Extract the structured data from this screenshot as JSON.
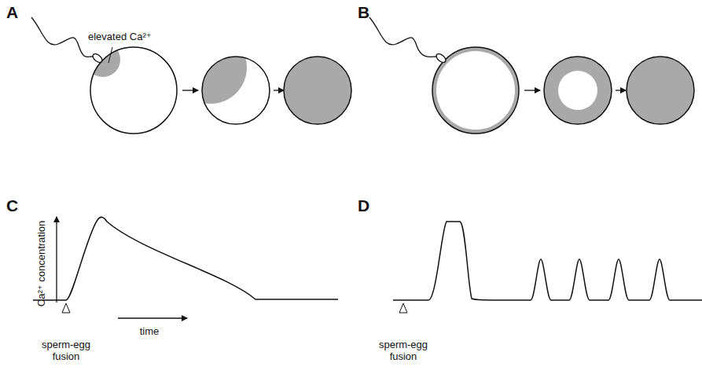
{
  "diagram": {
    "labels": [
      "A",
      "B",
      "C",
      "D",
      "elevated Ca²⁺",
      "Ca²⁺ concentration",
      "time",
      "sperm-egg fusion",
      "sperm-egg fusion"
    ]
  }
}
